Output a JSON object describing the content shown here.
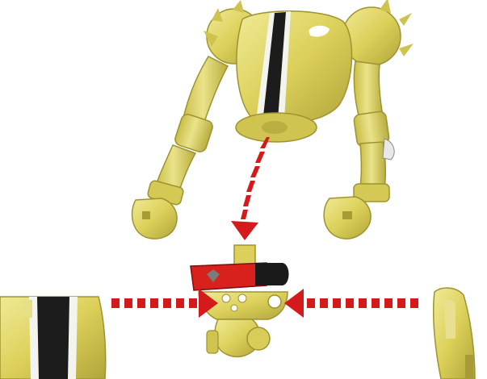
{
  "scene": {
    "title": "",
    "colors": {
      "plastic": "#dcd05a",
      "plastic_shade": "#b3a83a",
      "plastic_light": "#eee890",
      "stripe_black": "#1c1c1c",
      "stripe_white": "#f4f4ee",
      "arrow_red": "#d41a1a",
      "belt_red": "#d8201c",
      "belt_black": "#1a1a1a",
      "emblem": "#ffffff"
    },
    "parts": [
      {
        "name": "upper-torso-with-arms",
        "icon": "robot-torso-icon"
      },
      {
        "name": "waist-belt-joint",
        "icon": "belt-joint-icon"
      },
      {
        "name": "left-leg-part",
        "icon": "leg-left-icon"
      },
      {
        "name": "right-foot-part",
        "icon": "foot-right-icon"
      }
    ],
    "arrows": [
      {
        "name": "down-arrow",
        "direction": "down"
      },
      {
        "name": "right-arrow",
        "direction": "right"
      },
      {
        "name": "left-arrow",
        "direction": "left"
      }
    ]
  }
}
